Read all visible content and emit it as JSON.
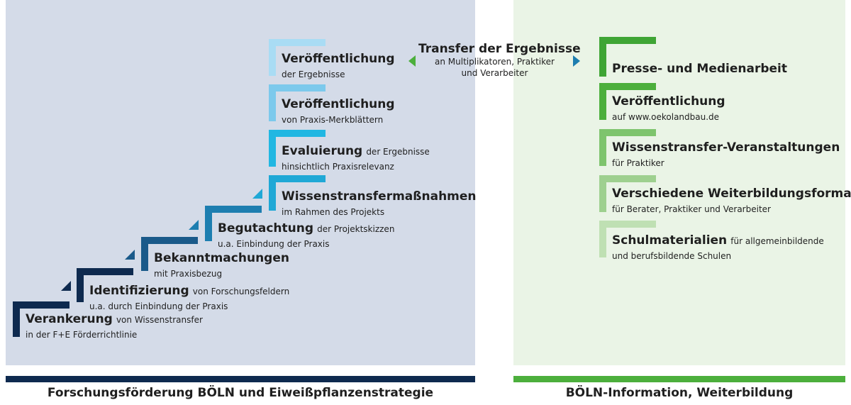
{
  "colors": {
    "left_panel": "#d4dbe8",
    "right_panel": "#eaf4e6",
    "navy": "#0e2a4f",
    "green": "#4caf3c"
  },
  "left": {
    "footer": "Forschungsförderung BÖLN und Eiweißpflanzenstrategie",
    "steps": [
      {
        "title": "Verankerung",
        "inline": "von Wissenstransfer",
        "sub": "in der F+E Förderrichtlinie"
      },
      {
        "title": "Identifizierung",
        "inline": "von Forschungsfeldern",
        "sub": "u.a. durch Einbindung der Praxis"
      },
      {
        "title": "Bekanntmachungen",
        "inline": "",
        "sub": "mit Praxisbezug"
      },
      {
        "title": "Begutachtung",
        "inline": "der Projektskizzen",
        "sub": "u.a. Einbindung der Praxis"
      },
      {
        "title": "Wissenstransfermaßnahmen",
        "inline": "",
        "sub": "im Rahmen des Projekts"
      },
      {
        "title": "Evaluierung",
        "inline": "der Ergebnisse",
        "sub": "hinsichtlich Praxisrelevanz"
      },
      {
        "title": "Veröffentlichung",
        "inline": "",
        "sub": "von Praxis-Merkblättern"
      },
      {
        "title": "Veröffentlichung",
        "inline": "",
        "sub": "der Ergebnisse"
      }
    ]
  },
  "transfer": {
    "title": "Transfer der Ergebnisse",
    "sub_line1": "an Multiplikatoren, Praktiker",
    "sub_line2": "und Verarbeiter"
  },
  "right": {
    "footer": "BÖLN-Information, Weiterbildung",
    "items": [
      {
        "title": "Presse- und Medienarbeit",
        "inline": "",
        "sub": ""
      },
      {
        "title": "Veröffentlichung",
        "inline": "",
        "sub": "auf www.oekolandbau.de"
      },
      {
        "title": "Wissenstransfer-Veranstaltungen",
        "inline": "",
        "sub": "für Praktiker"
      },
      {
        "title": "Verschiedene Weiterbildungsformate",
        "inline": "",
        "sub": "für Berater, Praktiker und Verarbeiter"
      },
      {
        "title": "Schulmaterialien",
        "inline": "für allgemeinbildende",
        "sub": "und berufsbildende Schulen"
      }
    ]
  }
}
